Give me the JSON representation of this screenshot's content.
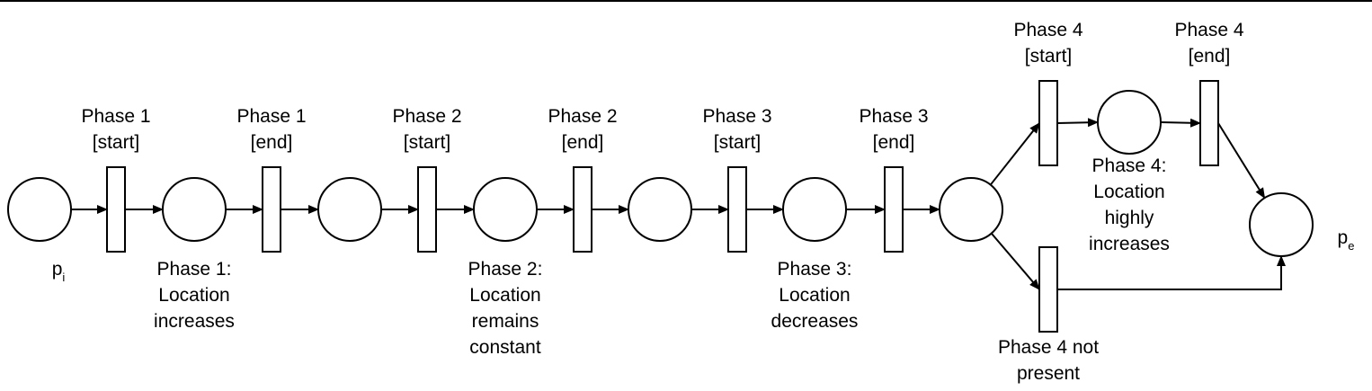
{
  "diagram": {
    "places": [
      {
        "id": "pi",
        "label": "p",
        "sub": "i"
      },
      {
        "id": "p1",
        "label_lines": [
          "Phase 1:",
          "Location",
          "increases"
        ]
      },
      {
        "id": "p2",
        "label_lines": []
      },
      {
        "id": "p3",
        "label_lines": [
          "Phase 2:",
          "Location",
          "remains",
          "constant"
        ]
      },
      {
        "id": "p4",
        "label_lines": []
      },
      {
        "id": "p5",
        "label_lines": [
          "Phase 3:",
          "Location",
          "decreases"
        ]
      },
      {
        "id": "p6",
        "label_lines": []
      },
      {
        "id": "p7",
        "label_lines": [
          "Phase 4:",
          "Location",
          "highly",
          "increases"
        ]
      },
      {
        "id": "pe",
        "label": "p",
        "sub": "e"
      }
    ],
    "transitions": [
      {
        "id": "t1",
        "label_lines": [
          "Phase 1",
          "[start]"
        ]
      },
      {
        "id": "t2",
        "label_lines": [
          "Phase 1",
          "[end]"
        ]
      },
      {
        "id": "t3",
        "label_lines": [
          "Phase 2",
          "[start]"
        ]
      },
      {
        "id": "t4",
        "label_lines": [
          "Phase 2",
          "[end]"
        ]
      },
      {
        "id": "t5",
        "label_lines": [
          "Phase 3",
          "[start]"
        ]
      },
      {
        "id": "t6",
        "label_lines": [
          "Phase 3",
          "[end]"
        ]
      },
      {
        "id": "t7",
        "label_lines": [
          "Phase 4",
          "[start]"
        ]
      },
      {
        "id": "t8",
        "label_lines": [
          "Phase 4",
          "[end]"
        ]
      },
      {
        "id": "t9",
        "label_lines": [
          "Phase 4 not",
          "present"
        ]
      }
    ],
    "arcs": [
      [
        "pi",
        "t1"
      ],
      [
        "t1",
        "p1"
      ],
      [
        "p1",
        "t2"
      ],
      [
        "t2",
        "p2"
      ],
      [
        "p2",
        "t3"
      ],
      [
        "t3",
        "p3"
      ],
      [
        "p3",
        "t4"
      ],
      [
        "t4",
        "p4"
      ],
      [
        "p4",
        "t5"
      ],
      [
        "t5",
        "p5"
      ],
      [
        "p5",
        "t6"
      ],
      [
        "t6",
        "p6"
      ],
      [
        "p6",
        "t7"
      ],
      [
        "t7",
        "p7"
      ],
      [
        "p7",
        "t8"
      ],
      [
        "t8",
        "pe"
      ],
      [
        "p6",
        "t9"
      ],
      [
        "t9",
        "pe"
      ]
    ]
  }
}
